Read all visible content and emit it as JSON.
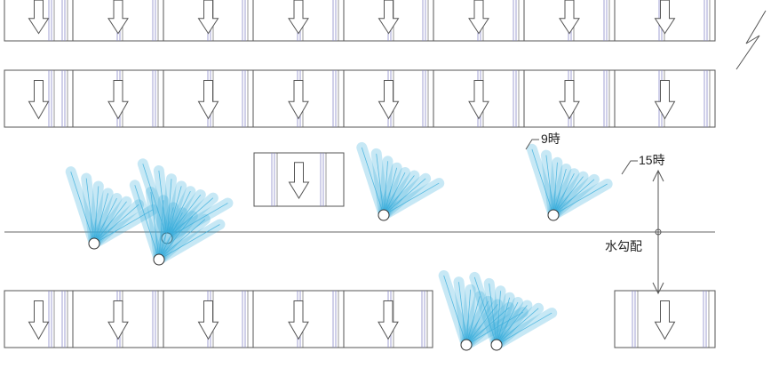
{
  "labels": {
    "nine": "9時",
    "fifteen": "15時",
    "slope": "水勾配"
  },
  "colors": {
    "line": "#555555",
    "fineLine": "#8a8ac8",
    "shadowFill": "#b9e6f7",
    "shadowStroke": "#3aaedc"
  },
  "icons": [
    "north-arrow-icon",
    "down-arrow-icon",
    "pole-base-icon",
    "dimension-arrow-icon"
  ]
}
